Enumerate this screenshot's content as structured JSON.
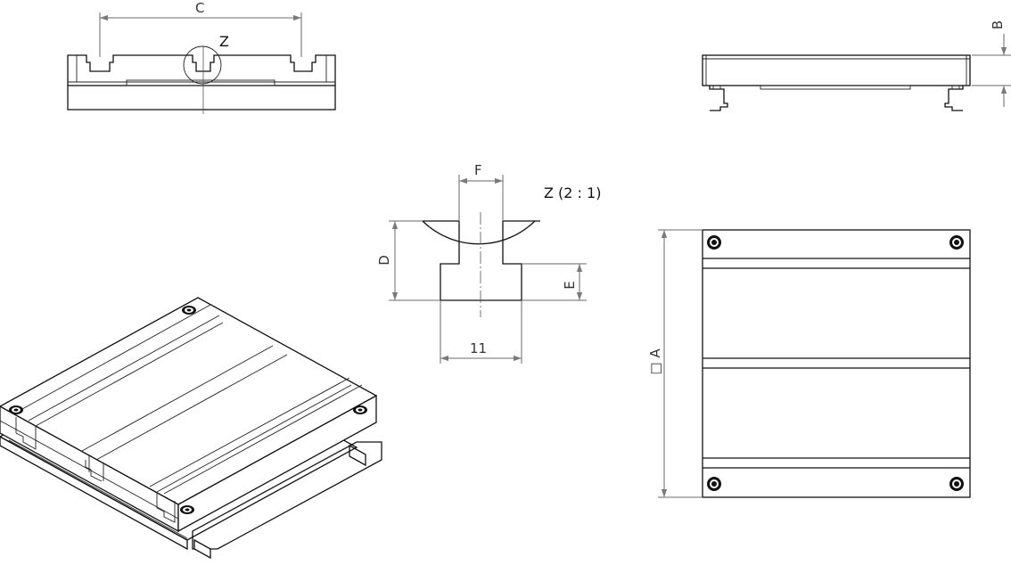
{
  "labels": {
    "dim_c": "C",
    "detail_marker": "Z",
    "dim_b": "B",
    "dim_f": "F",
    "detail_title": "Z (2 : 1)",
    "dim_d": "D",
    "dim_e": "E",
    "dim_slot_width": "11",
    "dim_a": "□ A"
  }
}
